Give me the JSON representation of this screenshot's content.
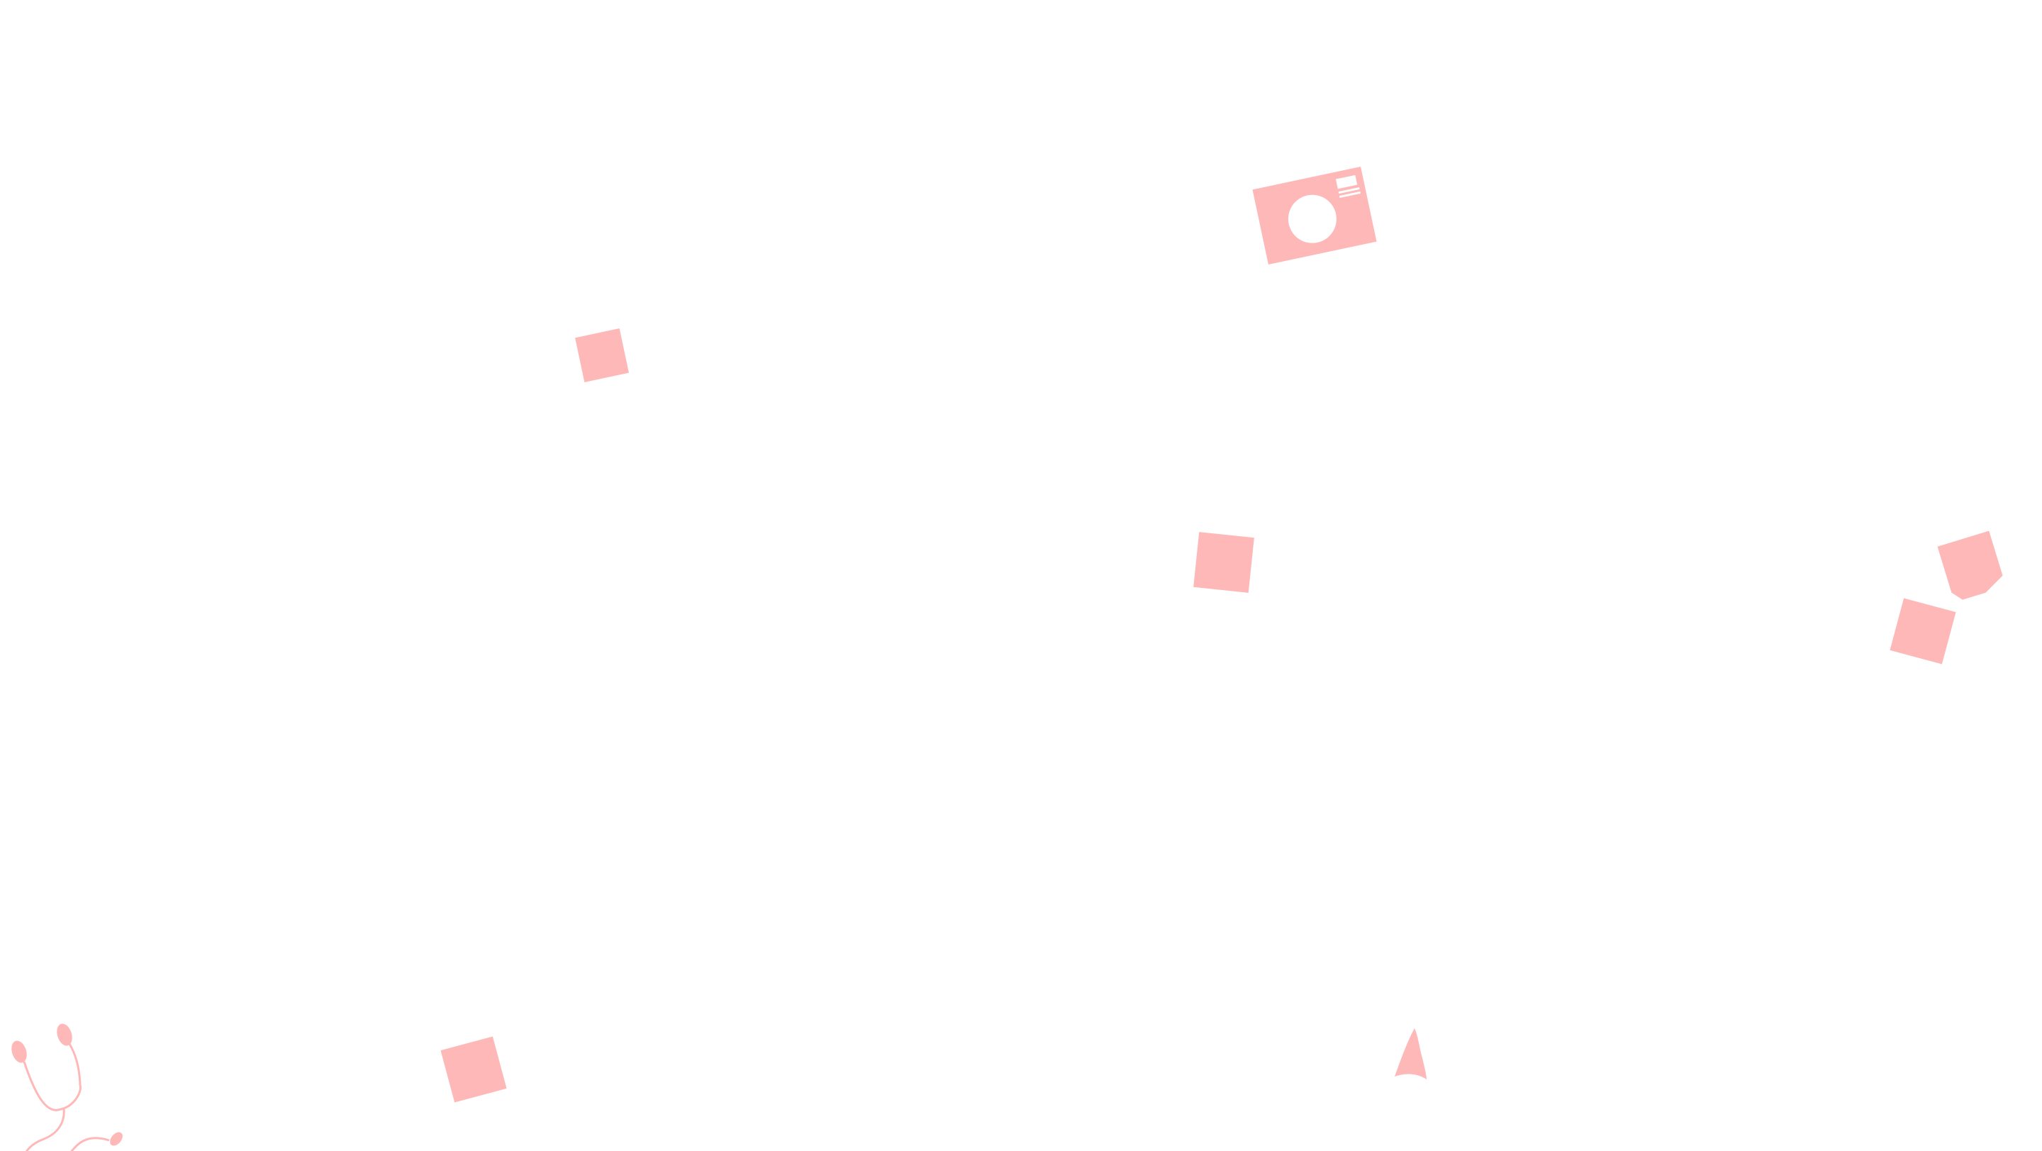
{
  "background_color": "#ffffff",
  "accent_color": "#ffb8b8",
  "decorations": {
    "camera": {
      "icon": "camera-icon"
    },
    "squares": [
      {
        "icon": "square-shape"
      },
      {
        "icon": "square-shape"
      },
      {
        "icon": "square-shape"
      },
      {
        "icon": "square-shape"
      },
      {
        "icon": "pentagon-shape"
      }
    ],
    "headphones": {
      "icon": "earphones-icon"
    },
    "cone": {
      "icon": "cone-shape"
    }
  }
}
